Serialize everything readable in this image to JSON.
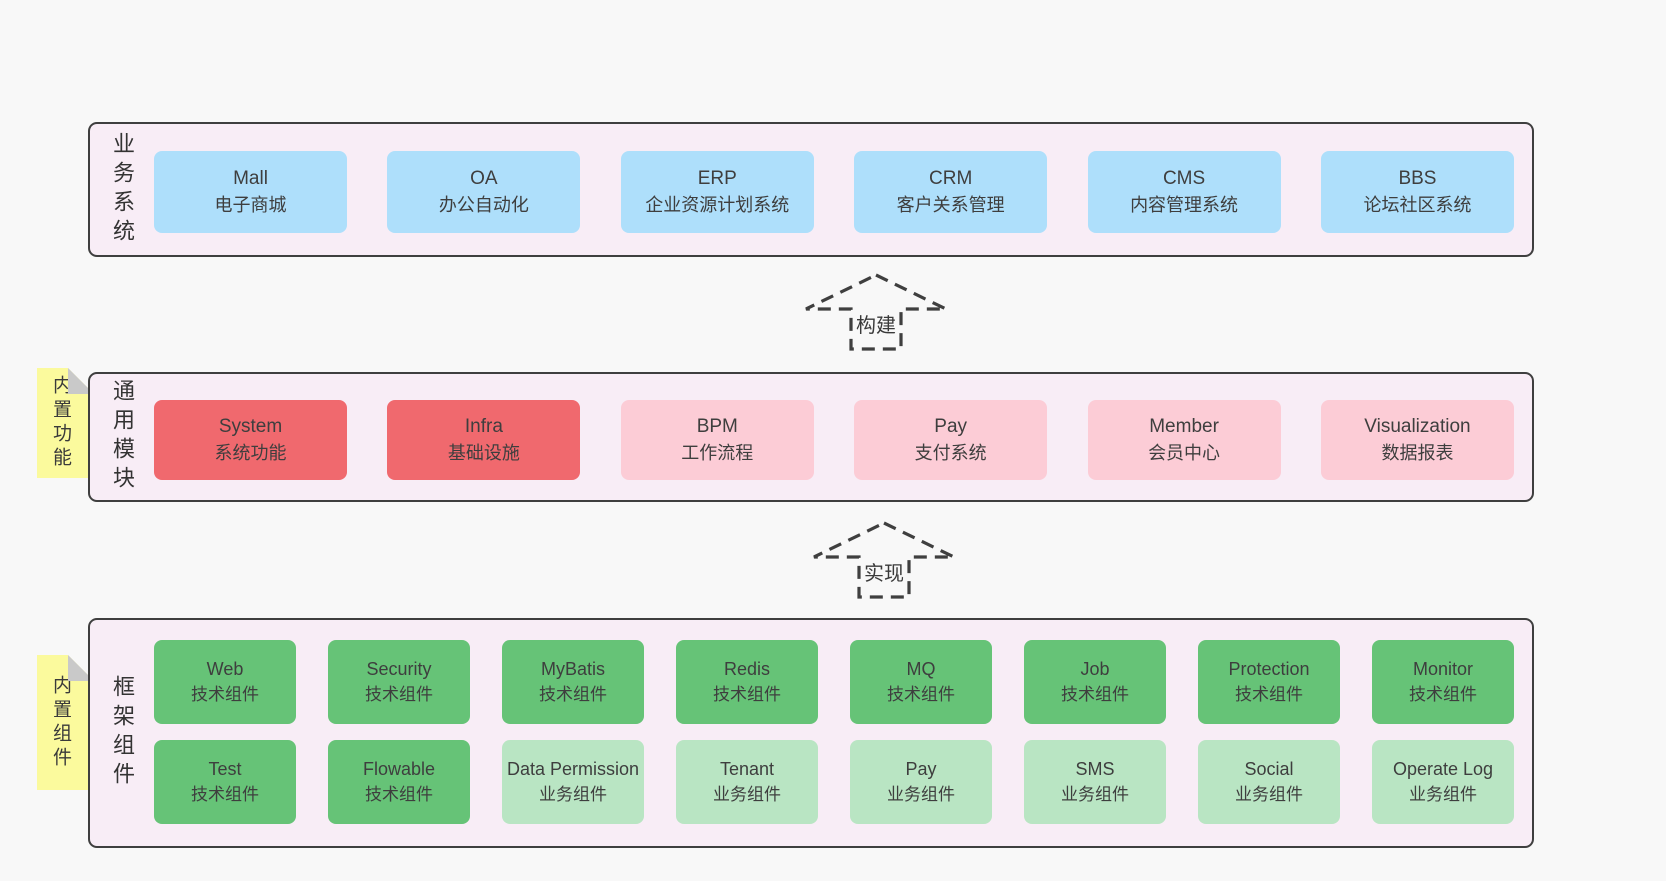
{
  "colors": {
    "page_bg": "#f8f8f8",
    "band_bg": "#f8edf6",
    "band_border": "#3f3f3f",
    "text": "#3e3e3e",
    "sticky": "#fbfa9d",
    "sticky_fold": "#c9c9c9",
    "arrow": "#3f3f3f",
    "variants": {
      "blue": "#aedffb",
      "red": "#f0696e",
      "pink": "#fcccd6",
      "green": "#66c377",
      "lightgreen": "#b9e5c3"
    }
  },
  "bands": [
    {
      "label": "业务系统",
      "rows": [
        [
          {
            "name": "Mall",
            "desc": "电子商城",
            "variant": "blue"
          },
          {
            "name": "OA",
            "desc": "办公自动化",
            "variant": "blue"
          },
          {
            "name": "ERP",
            "desc": "企业资源计划系统",
            "variant": "blue"
          },
          {
            "name": "CRM",
            "desc": "客户关系管理",
            "variant": "blue"
          },
          {
            "name": "CMS",
            "desc": "内容管理系统",
            "variant": "blue"
          },
          {
            "name": "BBS",
            "desc": "论坛社区系统",
            "variant": "blue"
          }
        ]
      ]
    },
    {
      "label": "通用模块",
      "sticky": "内置功能",
      "rows": [
        [
          {
            "name": "System",
            "desc": "系统功能",
            "variant": "red"
          },
          {
            "name": "Infra",
            "desc": "基础设施",
            "variant": "red"
          },
          {
            "name": "BPM",
            "desc": "工作流程",
            "variant": "pink"
          },
          {
            "name": "Pay",
            "desc": "支付系统",
            "variant": "pink"
          },
          {
            "name": "Member",
            "desc": "会员中心",
            "variant": "pink"
          },
          {
            "name": "Visualization",
            "desc": "数据报表",
            "variant": "pink"
          }
        ]
      ]
    },
    {
      "label": "框架组件",
      "sticky": "内置组件",
      "rows": [
        [
          {
            "name": "Web",
            "desc": "技术组件",
            "variant": "green"
          },
          {
            "name": "Security",
            "desc": "技术组件",
            "variant": "green"
          },
          {
            "name": "MyBatis",
            "desc": "技术组件",
            "variant": "green"
          },
          {
            "name": "Redis",
            "desc": "技术组件",
            "variant": "green"
          },
          {
            "name": "MQ",
            "desc": "技术组件",
            "variant": "green"
          },
          {
            "name": "Job",
            "desc": "技术组件",
            "variant": "green"
          },
          {
            "name": "Protection",
            "desc": "技术组件",
            "variant": "green"
          },
          {
            "name": "Monitor",
            "desc": "技术组件",
            "variant": "green"
          }
        ],
        [
          {
            "name": "Test",
            "desc": "技术组件",
            "variant": "green"
          },
          {
            "name": "Flowable",
            "desc": "技术组件",
            "variant": "green"
          },
          {
            "name": "Data Permission",
            "desc": "业务组件",
            "variant": "lightgreen"
          },
          {
            "name": "Tenant",
            "desc": "业务组件",
            "variant": "lightgreen"
          },
          {
            "name": "Pay",
            "desc": "业务组件",
            "variant": "lightgreen"
          },
          {
            "name": "SMS",
            "desc": "业务组件",
            "variant": "lightgreen"
          },
          {
            "name": "Social",
            "desc": "业务组件",
            "variant": "lightgreen"
          },
          {
            "name": "Operate Log",
            "desc": "业务组件",
            "variant": "lightgreen"
          }
        ]
      ]
    }
  ],
  "arrows": [
    {
      "label": "构建"
    },
    {
      "label": "实现"
    }
  ]
}
